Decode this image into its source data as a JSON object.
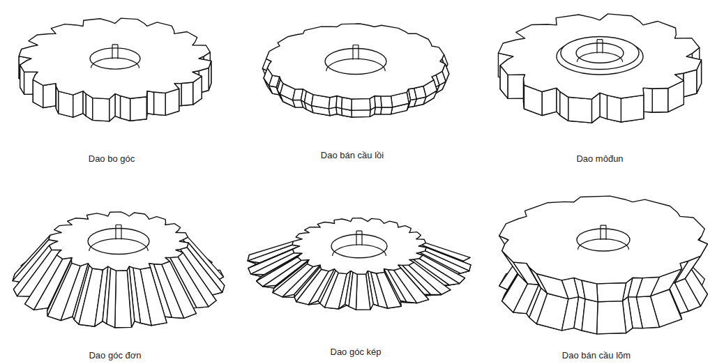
{
  "diagram": {
    "labels": [
      "Dao bo góc",
      "Dao bán cầu lồi",
      "Dao môđun",
      "Dao góc đơn",
      "Dao góc kép",
      "Dao bán cầu lõm"
    ]
  }
}
